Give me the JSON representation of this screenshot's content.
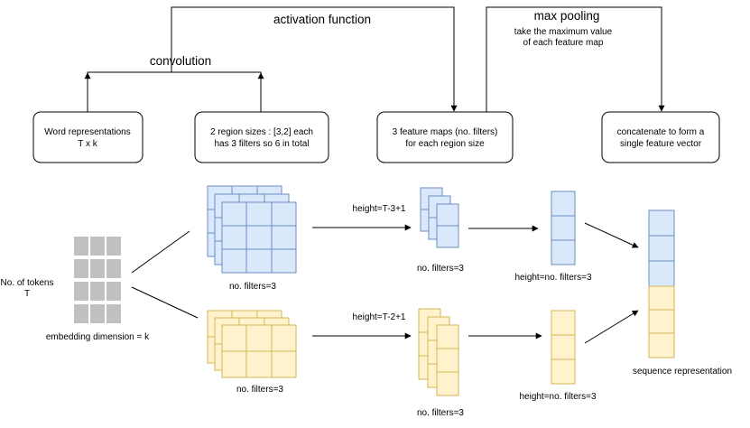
{
  "top_labels": {
    "activation": "activation function",
    "max_pooling": "max pooling",
    "max_pooling_desc_1": "take the maximum value",
    "max_pooling_desc_2": "of each feature map",
    "convolution": "convolution"
  },
  "boxes": {
    "word_repr_1": "Word representations",
    "word_repr_2": "T x k",
    "region_1": "2 region sizes : [3,2] each",
    "region_2": "has 3 filters so 6 in total",
    "feature_1": "3 feature maps (no. filters)",
    "feature_2": "for each region size",
    "concat_1": "concatenate to form a",
    "concat_2": "single feature vector"
  },
  "labels": {
    "tokens_1": "No. of tokens",
    "tokens_2": "T",
    "embedding": "embedding dimension = k",
    "filters_blue": "no. filters=3",
    "filters_yellow": "no. filters=3",
    "height_blue": "height=T-3+1",
    "height_yellow": "height=T-2+1",
    "fmap_filters_blue": "no. filters=3",
    "fmap_filters_yellow": "no. filters=3",
    "pool_height_blue": "height=no. filters=3",
    "pool_height_yellow": "height=no. filters=3",
    "sequence": "sequence representation"
  },
  "colors": {
    "blue_fill": "#dae8fc",
    "blue_stroke": "#6c8ebf",
    "yellow_fill": "#fff2cc",
    "yellow_stroke": "#d6b656",
    "gray": "#c0c0c0"
  }
}
